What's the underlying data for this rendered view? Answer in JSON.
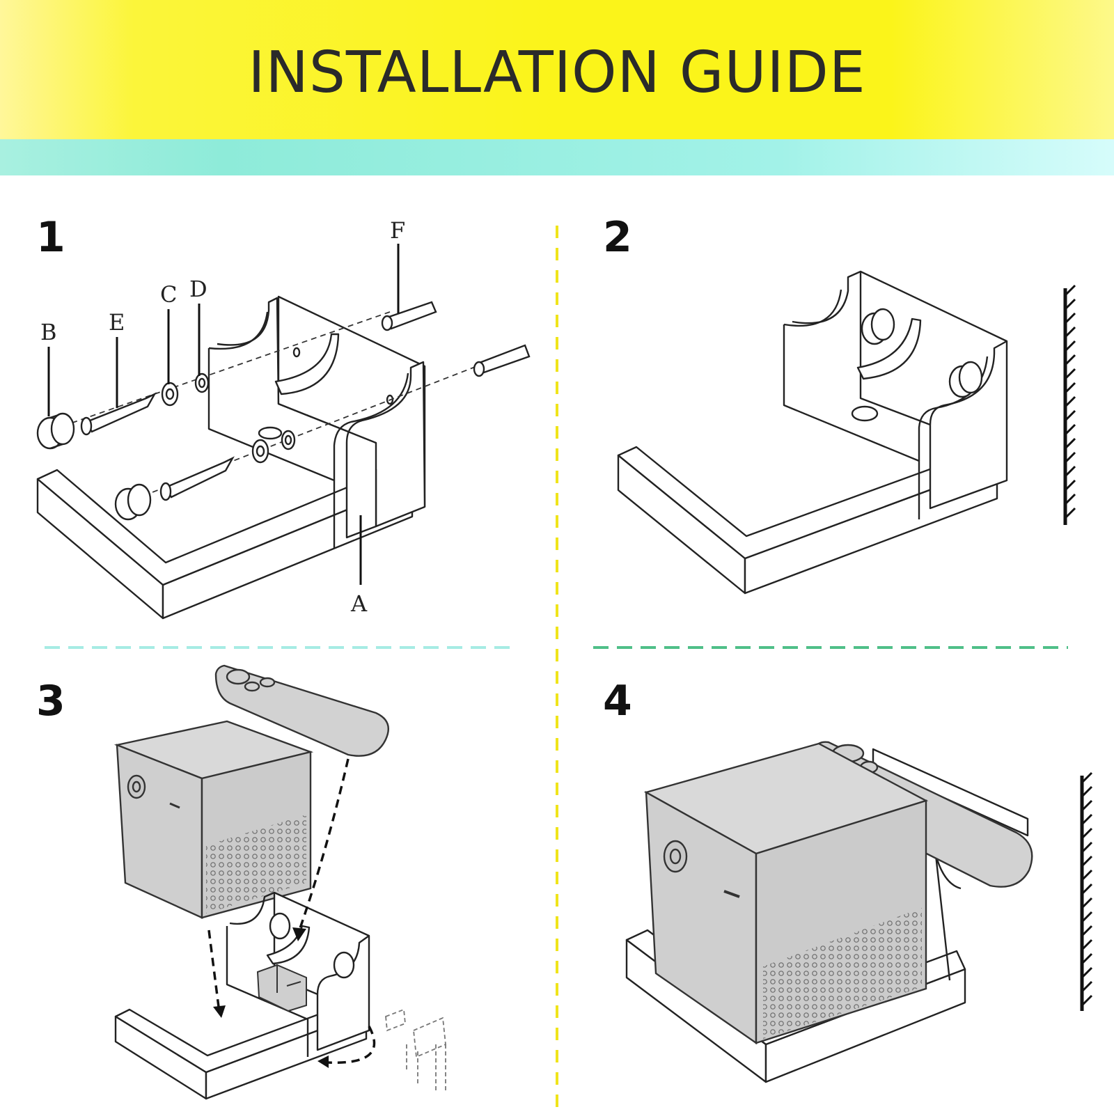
{
  "title": "INSTALLATION GUIDE",
  "steps": [
    {
      "number": "1"
    },
    {
      "number": "2"
    },
    {
      "number": "3"
    },
    {
      "number": "4"
    }
  ],
  "part_labels": {
    "a": "A",
    "b": "B",
    "c": "C",
    "d": "D",
    "e": "E",
    "f": "F"
  },
  "colors": {
    "header_yellow": "#fbf41a",
    "band_cyan": "#8eebd9",
    "divider_vertical": "#f0e41a",
    "divider_left": "#a6ece4",
    "divider_right": "#4fbf88",
    "device_gray": "#cfcfcf"
  }
}
